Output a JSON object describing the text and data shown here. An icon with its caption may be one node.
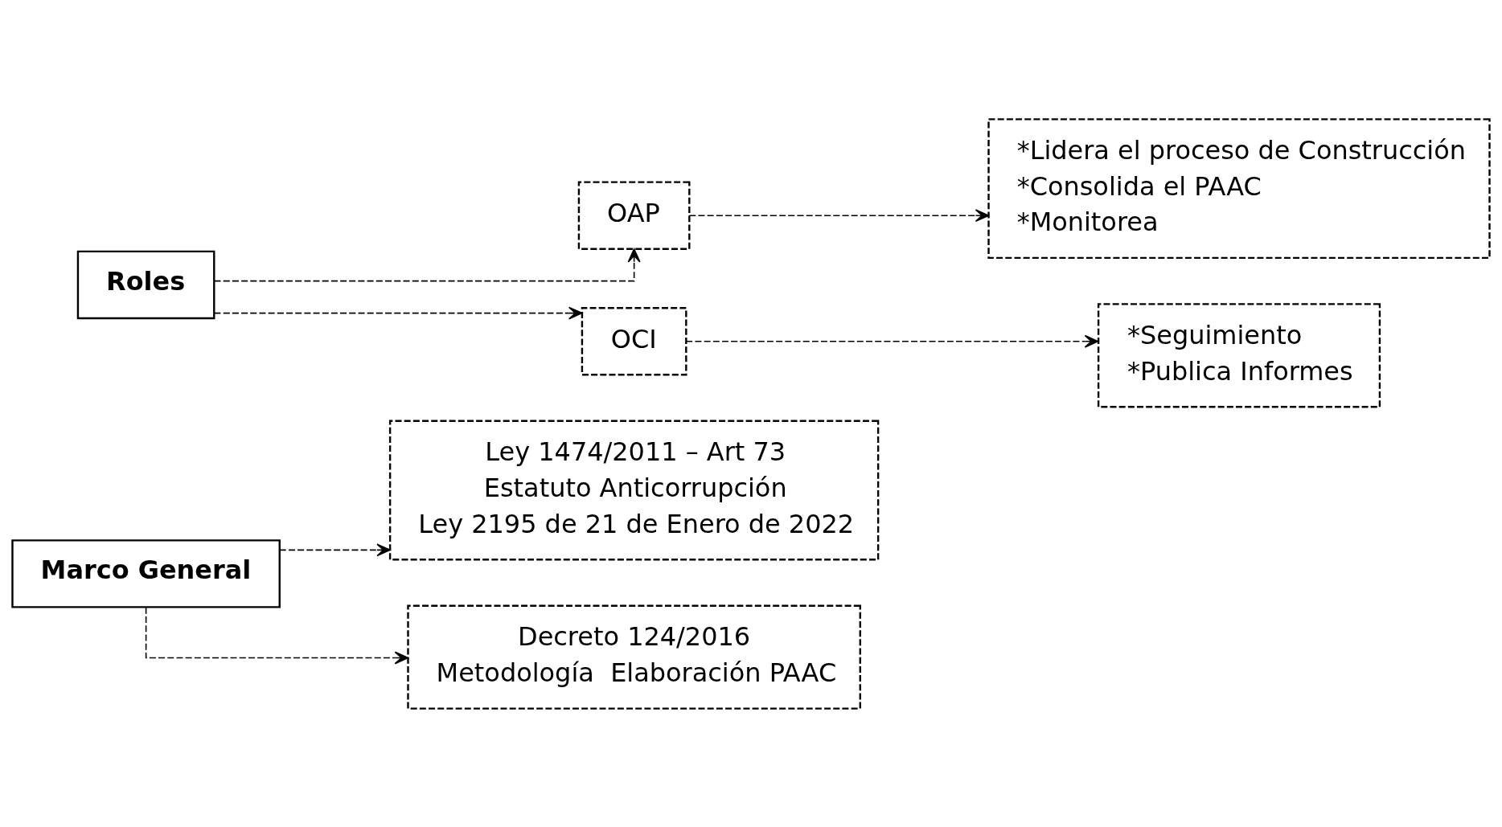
{
  "diagram": {
    "nodes": [
      {
        "text": [
          "Marco General"
        ]
      },
      {
        "text": [
          "Ley 1474/2011 – Art 73",
          "Estatuto Anticorrupción",
          "Ley 2195 de 21 de Enero de 2022"
        ]
      },
      {
        "text": [
          "Decreto 124/2016",
          "Metodología  Elaboración PAAC"
        ]
      },
      {
        "text": [
          "Roles"
        ]
      },
      {
        "text": [
          "OAP"
        ]
      },
      {
        "text": [
          "*Lidera el proceso de Construcción",
          "*Consolida el PAAC",
          "*Monitorea"
        ]
      },
      {
        "text": [
          "OCI"
        ]
      },
      {
        "text": [
          "*Seguimiento",
          "*Publica Informes"
        ]
      }
    ],
    "edges": [
      {
        "from": 0,
        "to": 1,
        "arrow": "to",
        "style": "dashed"
      },
      {
        "from": 0,
        "to": 2,
        "arrow": "to",
        "style": "dashed"
      },
      {
        "from": 3,
        "to": 4,
        "arrow": "to",
        "style": "dashed"
      },
      {
        "from": 3,
        "to": 6,
        "arrow": "to",
        "style": "dashed"
      },
      {
        "from": 4,
        "to": 5,
        "arrow": "to",
        "style": "dashed"
      },
      {
        "from": 6,
        "to": 7,
        "arrow": "to",
        "style": "dashed"
      }
    ]
  }
}
